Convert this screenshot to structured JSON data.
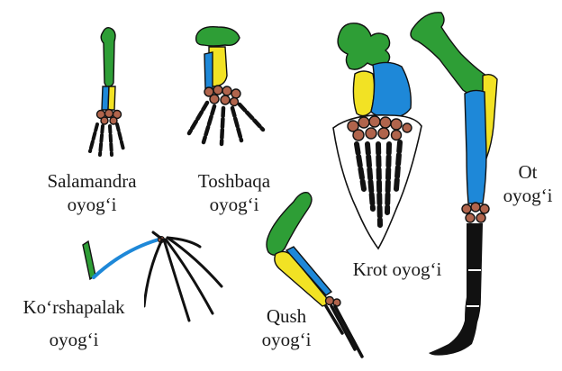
{
  "colors": {
    "humerus": "#2e9e36",
    "radius": "#1e88d8",
    "ulna": "#f2e224",
    "carpals": "#b0644c",
    "digits": "#111111",
    "outline": "#111111"
  },
  "labels": {
    "salamandra": [
      "Salamandra",
      "oyog‘i"
    ],
    "toshbaqa": [
      "Toshbaqa",
      "oyog‘i"
    ],
    "krot": [
      "Krot oyog‘i"
    ],
    "ot": [
      "Ot",
      "oyog‘i"
    ],
    "korshapalak": [
      "Ko‘rshapalak",
      "oyog‘i"
    ],
    "qush": [
      "Qush",
      "oyog‘i"
    ]
  }
}
